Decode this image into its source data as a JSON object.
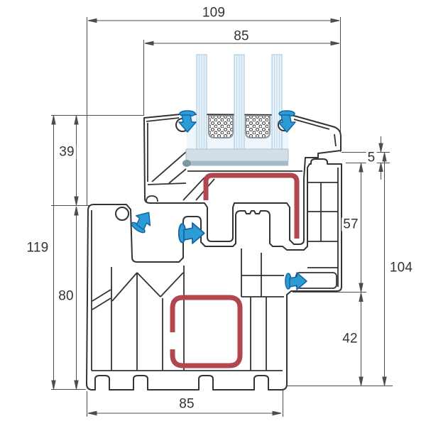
{
  "drawing": {
    "title": "window-profile-cross-section",
    "dimensions": {
      "top_overall": {
        "value": "109"
      },
      "top_sash": {
        "value": "85"
      },
      "left_upper": {
        "value": "39"
      },
      "left_total": {
        "value": "119"
      },
      "left_lower": {
        "value": "80"
      },
      "right_gap": {
        "value": "5"
      },
      "right_upper": {
        "value": "57"
      },
      "right_total": {
        "value": "104"
      },
      "right_lower": {
        "value": "42"
      },
      "bottom_frame": {
        "value": "85"
      }
    },
    "colors": {
      "outline": "#333333",
      "dimension_lines": "#4d4d4d",
      "gasket_blue": "#2b9cd6",
      "steel_red": "#b2464f",
      "glass_blue": "#e8f2fa",
      "support_gray": "#d2dfe8"
    }
  }
}
